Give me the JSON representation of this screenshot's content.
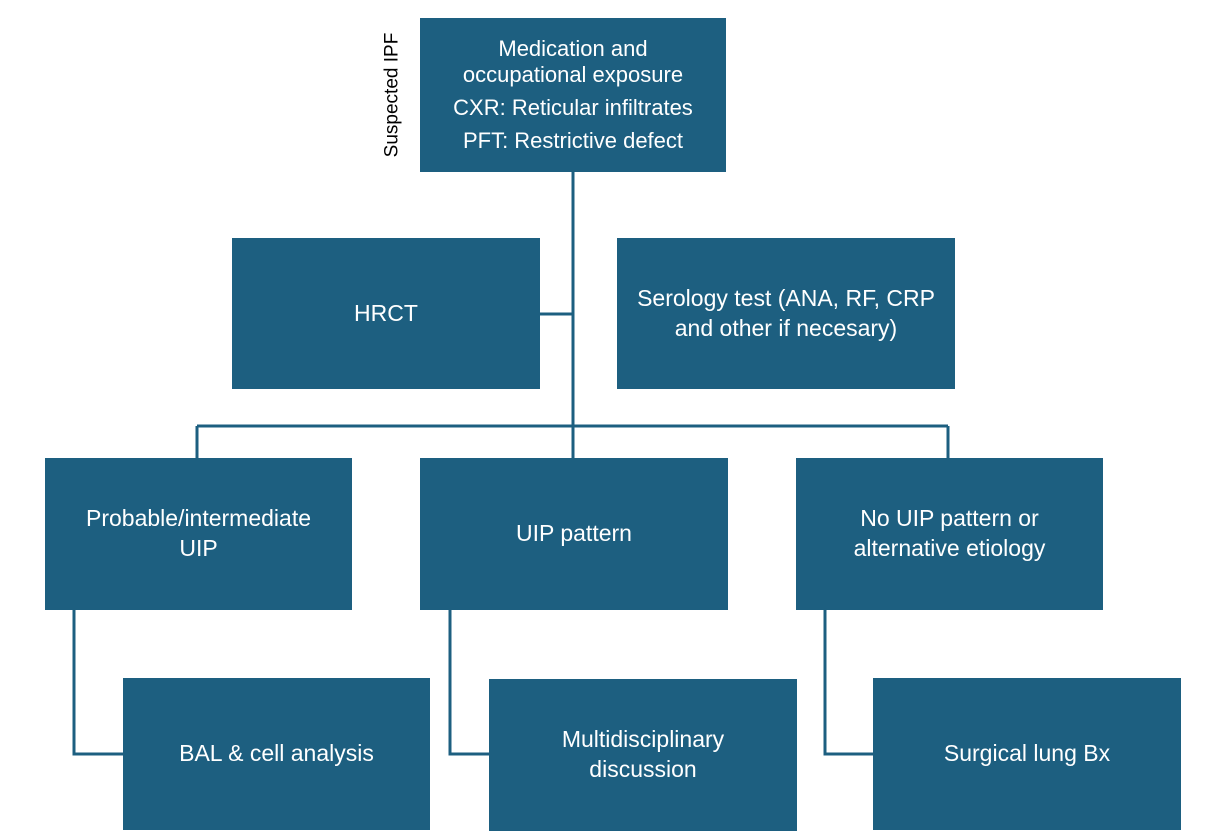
{
  "side_label": "Suspected IPF",
  "nodes": {
    "top": {
      "line1": "Medication and",
      "line2": "occupational exposure",
      "line3": "CXR: Reticular  infiltrates",
      "line4": "PFT: Restrictive defect"
    },
    "hrct": "HRCT",
    "serology": "Serology test (ANA, RF, CRP\nand other if necesary)",
    "probable": "Probable/intermediate\nUIP",
    "uip": "UIP pattern",
    "no_uip": "No UIP pattern or\nalternative etiology",
    "bal": "BAL & cell analysis",
    "mdd": "Multidisciplinary\ndiscussion",
    "biopsy": "Surgical lung Bx"
  },
  "colors": {
    "box_fill": "#1d5f80",
    "box_text": "#ffffff",
    "connector": "#1d5f80"
  }
}
